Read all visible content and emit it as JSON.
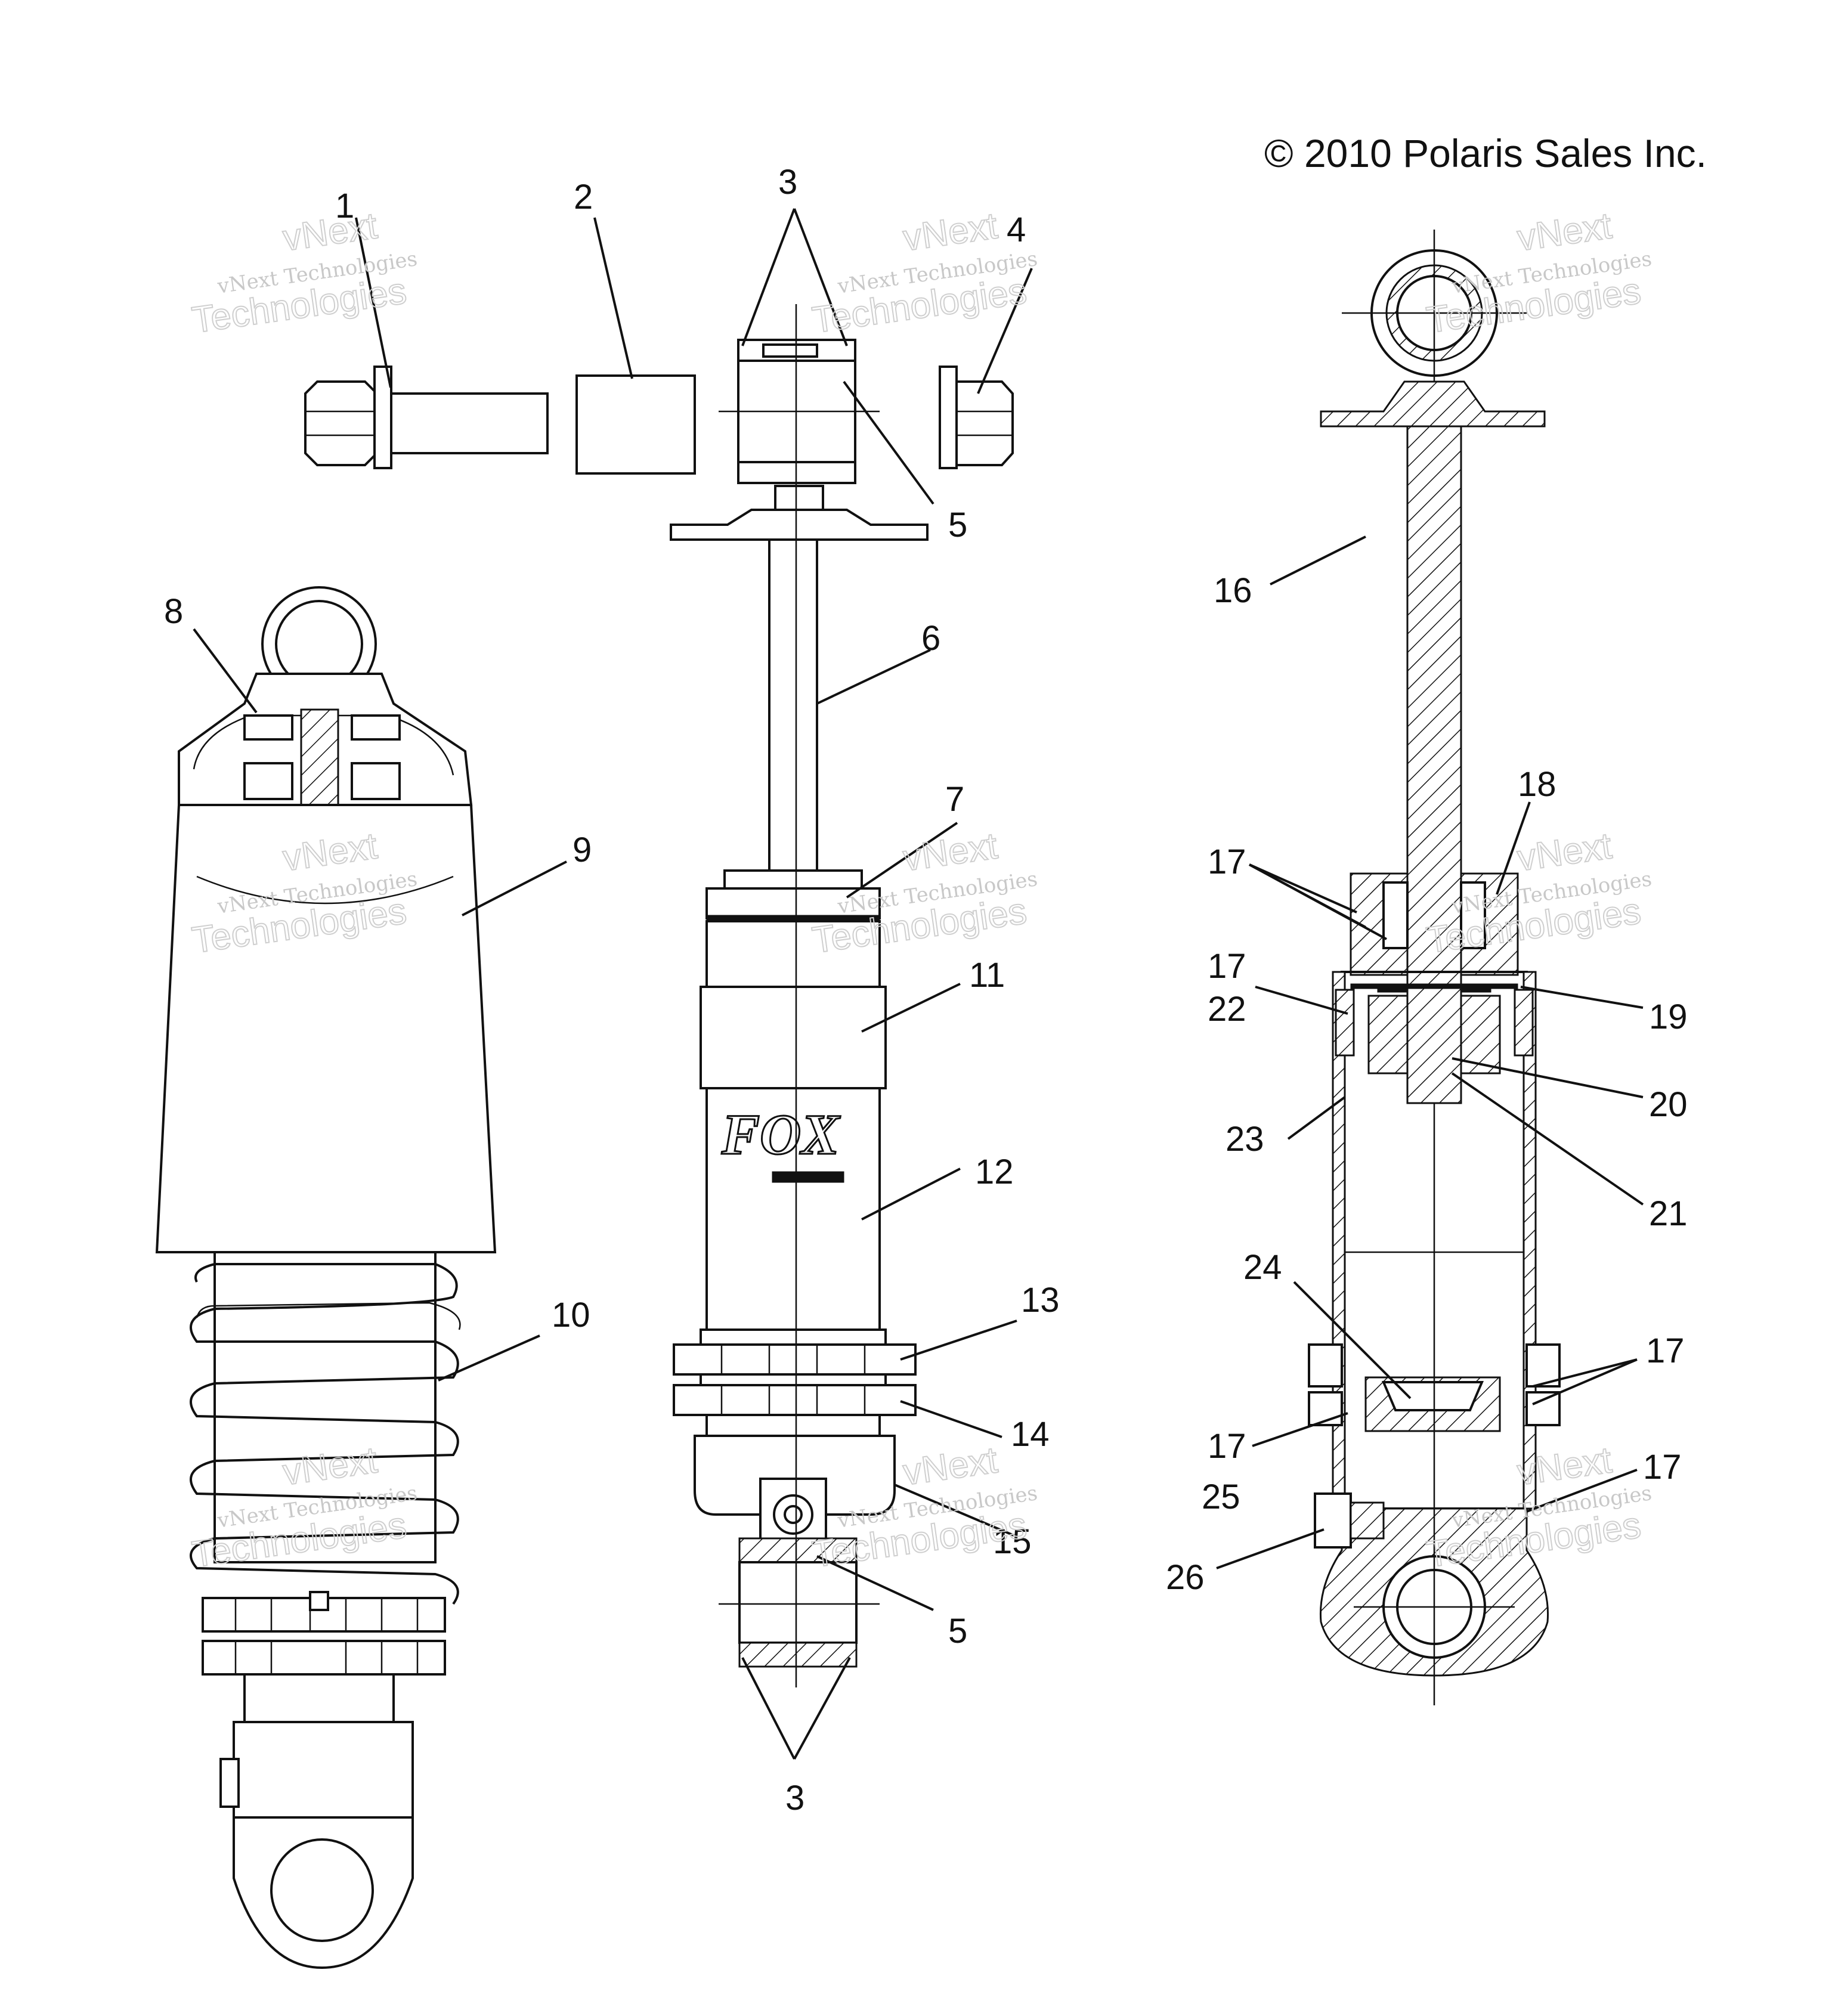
{
  "copyright": "© 2010 Polaris Sales Inc.",
  "watermark": {
    "line1": "vNext Technologies",
    "line2": "vNext",
    "line3": "Technologies"
  },
  "brand_logo": "FOX",
  "callouts": {
    "c1": "1",
    "c2": "2",
    "c3_top": "3",
    "c3_bottom": "3",
    "c4": "4",
    "c5_top": "5",
    "c5_bottom": "5",
    "c6": "6",
    "c7": "7",
    "c8": "8",
    "c9": "9",
    "c10": "10",
    "c11": "11",
    "c12": "12",
    "c13": "13",
    "c14": "14",
    "c15": "15",
    "c16": "16",
    "c17_a": "17",
    "c17_b": "17",
    "c17_c": "17",
    "c17_d": "17",
    "c17_e": "17",
    "c18": "18",
    "c19": "19",
    "c20": "20",
    "c21": "21",
    "c22": "22",
    "c23": "23",
    "c24": "24",
    "c25": "25",
    "c26": "26"
  }
}
